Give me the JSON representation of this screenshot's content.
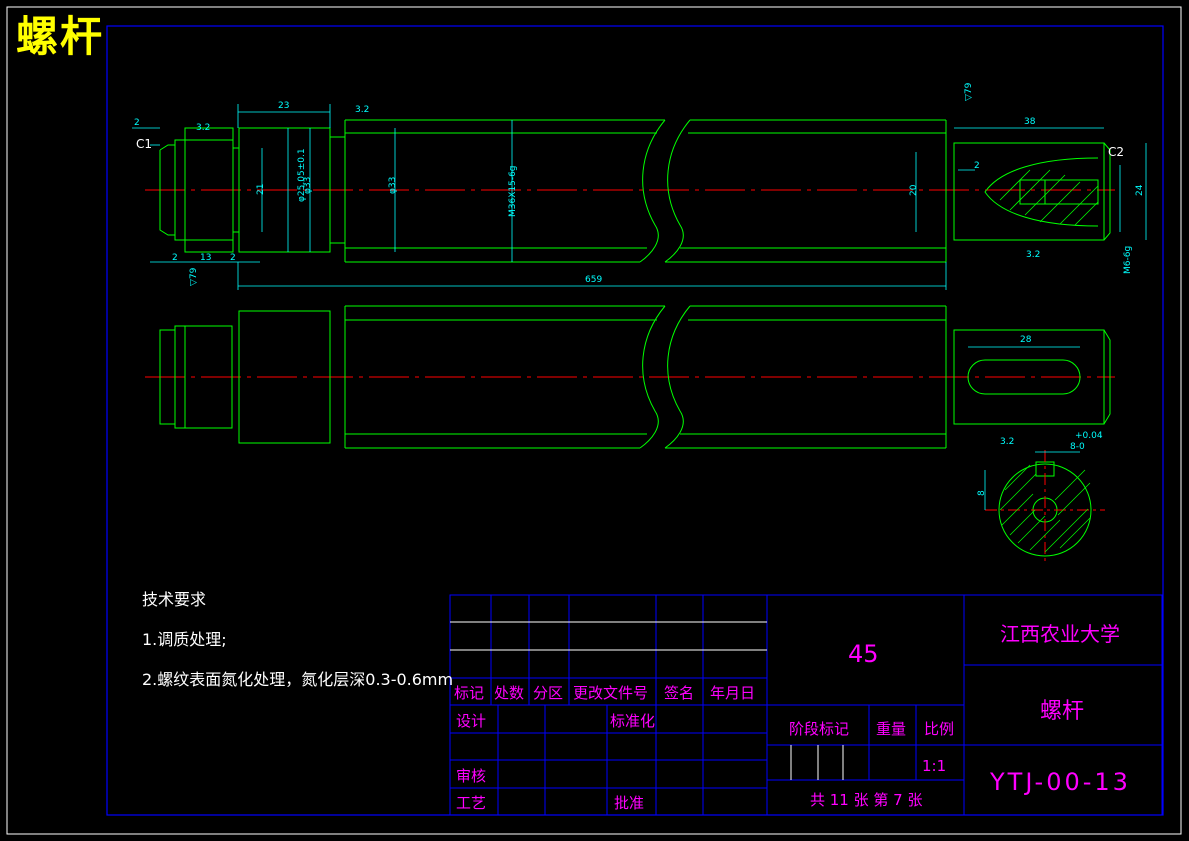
{
  "title": "螺杆",
  "technical_requirements": {
    "heading": "技术要求",
    "items": [
      "1.调质处理;",
      "2.螺纹表面氮化处理，氮化层深0.3-0.6mm"
    ]
  },
  "dimensions": {
    "d_2_top": "2",
    "d_c1": "C1",
    "d_32_left": "3.2",
    "d_23": "23",
    "d_32_mid": "3.2",
    "d_21": "21",
    "d_phi25": "φ25.05±0.1",
    "d_phi33a": "φ33",
    "d_phi33b": "φ33",
    "d_thread": "M36X15-6g",
    "d_13": "13",
    "d_2_bl": "2",
    "d_2_br": "2",
    "d_f79_left": "▽79",
    "d_659": "659",
    "d_f79_right": "▽79",
    "d_38": "38",
    "d_c2": "C2",
    "d_20": "20",
    "d_2_key": "2",
    "d_24": "24",
    "d_32_right": "3.2",
    "d_m6": "M6-6g",
    "d_28": "28",
    "d_tol": "+0.04",
    "d_8_0": "8-0",
    "d_32_sec": "3.2",
    "d_8": "8"
  },
  "title_block": {
    "material": "45",
    "school": "江西农业大学",
    "part_name": "螺杆",
    "drawing_no": "YTJ-00-13",
    "rev_headers": [
      "标记",
      "处数",
      "分区",
      "更改文件号",
      "签名",
      "年月日"
    ],
    "design": "设计",
    "standardization": "标准化",
    "review": "审核",
    "process": "工艺",
    "approve": "批准",
    "stage_mark": "阶段标记",
    "weight": "重量",
    "scale_label": "比例",
    "scale_value": "1:1",
    "sheet_info": "共 11 张 第 7 张"
  },
  "colors": {
    "outline": "#00ff00",
    "dimension": "#00ffff",
    "centerline": "#ff0000",
    "frame": "#0000ff",
    "title_text": "#ff00ff",
    "heading": "#ffff00"
  }
}
